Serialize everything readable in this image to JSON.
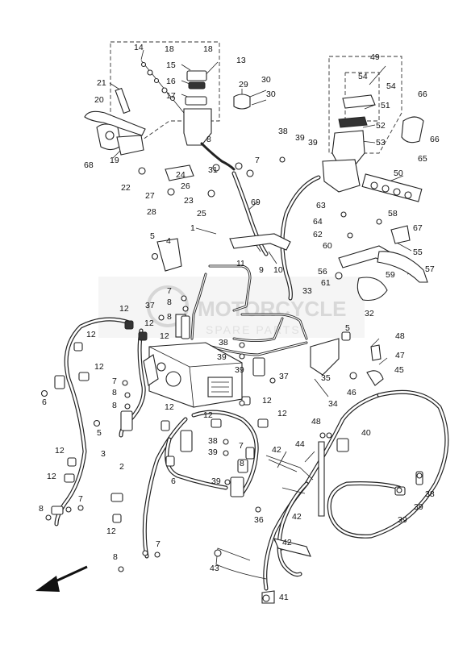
{
  "watermark": {
    "line1": "MOTORCYCLE",
    "line2": "SPARE PARTS"
  },
  "labels": [
    {
      "id": "t14",
      "text": "14"
    },
    {
      "id": "t18a",
      "text": "18"
    },
    {
      "id": "t18b",
      "text": "18"
    },
    {
      "id": "t13",
      "text": "13"
    },
    {
      "id": "t15",
      "text": "15"
    },
    {
      "id": "t16",
      "text": "16"
    },
    {
      "id": "t17",
      "text": "17"
    },
    {
      "id": "t21",
      "text": "21"
    },
    {
      "id": "t20",
      "text": "20"
    },
    {
      "id": "t19",
      "text": "19"
    },
    {
      "id": "t68",
      "text": "68"
    },
    {
      "id": "t22",
      "text": "22"
    },
    {
      "id": "t29",
      "text": "29"
    },
    {
      "id": "t30a",
      "text": "30"
    },
    {
      "id": "t30b",
      "text": "30"
    },
    {
      "id": "t8a",
      "text": "8"
    },
    {
      "id": "t7a",
      "text": "7"
    },
    {
      "id": "t31",
      "text": "31"
    },
    {
      "id": "t24",
      "text": "24"
    },
    {
      "id": "t26",
      "text": "26"
    },
    {
      "id": "t27",
      "text": "27"
    },
    {
      "id": "t23",
      "text": "23"
    },
    {
      "id": "t28",
      "text": "28"
    },
    {
      "id": "t25",
      "text": "25"
    },
    {
      "id": "t69",
      "text": "69"
    },
    {
      "id": "t1",
      "text": "1"
    },
    {
      "id": "t49",
      "text": "49"
    },
    {
      "id": "t54a",
      "text": "54"
    },
    {
      "id": "t54b",
      "text": "54"
    },
    {
      "id": "t51",
      "text": "51"
    },
    {
      "id": "t52",
      "text": "52"
    },
    {
      "id": "t53",
      "text": "53"
    },
    {
      "id": "t38a",
      "text": "38"
    },
    {
      "id": "t39a",
      "text": "39"
    },
    {
      "id": "t39b",
      "text": "39"
    },
    {
      "id": "t66a",
      "text": "66"
    },
    {
      "id": "t66b",
      "text": "66"
    },
    {
      "id": "t65",
      "text": "65"
    },
    {
      "id": "t50",
      "text": "50"
    },
    {
      "id": "t63",
      "text": "63"
    },
    {
      "id": "t64",
      "text": "64"
    },
    {
      "id": "t62",
      "text": "62"
    },
    {
      "id": "t60",
      "text": "60"
    },
    {
      "id": "t58",
      "text": "58"
    },
    {
      "id": "t67",
      "text": "67"
    },
    {
      "id": "t55",
      "text": "55"
    },
    {
      "id": "t57",
      "text": "57"
    },
    {
      "id": "t56",
      "text": "56"
    },
    {
      "id": "t61",
      "text": "61"
    },
    {
      "id": "t59",
      "text": "59"
    },
    {
      "id": "t32",
      "text": "32"
    },
    {
      "id": "t5a",
      "text": "5"
    },
    {
      "id": "t4",
      "text": "4"
    },
    {
      "id": "t11",
      "text": "11"
    },
    {
      "id": "t9",
      "text": "9"
    },
    {
      "id": "t10",
      "text": "10"
    },
    {
      "id": "t33",
      "text": "33"
    },
    {
      "id": "t7b",
      "text": "7"
    },
    {
      "id": "t8b",
      "text": "8"
    },
    {
      "id": "t37a",
      "text": "37"
    },
    {
      "id": "t12a",
      "text": "12"
    },
    {
      "id": "t8c",
      "text": "8"
    },
    {
      "id": "t12b",
      "text": "12"
    },
    {
      "id": "t12c",
      "text": "12"
    },
    {
      "id": "t12d",
      "text": "12"
    },
    {
      "id": "t5b",
      "text": "5"
    },
    {
      "id": "t38b",
      "text": "38"
    },
    {
      "id": "t48a",
      "text": "48"
    },
    {
      "id": "t39c",
      "text": "39"
    },
    {
      "id": "t47",
      "text": "47"
    },
    {
      "id": "t39d",
      "text": "39"
    },
    {
      "id": "t45",
      "text": "45"
    },
    {
      "id": "t37b",
      "text": "37"
    },
    {
      "id": "t35",
      "text": "35"
    },
    {
      "id": "t46",
      "text": "46"
    },
    {
      "id": "t12e",
      "text": "12"
    },
    {
      "id": "t6a",
      "text": "6"
    },
    {
      "id": "t7c",
      "text": "7"
    },
    {
      "id": "t8d",
      "text": "8"
    },
    {
      "id": "t12f",
      "text": "12"
    },
    {
      "id": "t34",
      "text": "34"
    },
    {
      "id": "t8e",
      "text": "8"
    },
    {
      "id": "t12g",
      "text": "12"
    },
    {
      "id": "t12h",
      "text": "12"
    },
    {
      "id": "t5c",
      "text": "5"
    },
    {
      "id": "t48b",
      "text": "48"
    },
    {
      "id": "t40",
      "text": "40"
    },
    {
      "id": "t38c",
      "text": "38"
    },
    {
      "id": "t7d",
      "text": "7"
    },
    {
      "id": "t44",
      "text": "44"
    },
    {
      "id": "t42a",
      "text": "42"
    },
    {
      "id": "t39e",
      "text": "39"
    },
    {
      "id": "t12i",
      "text": "12"
    },
    {
      "id": "t3",
      "text": "3"
    },
    {
      "id": "t8f",
      "text": "8"
    },
    {
      "id": "t12j",
      "text": "12"
    },
    {
      "id": "t2",
      "text": "2"
    },
    {
      "id": "t6b",
      "text": "6"
    },
    {
      "id": "t39f",
      "text": "39"
    },
    {
      "id": "t12k",
      "text": "12"
    },
    {
      "id": "t8g",
      "text": "8"
    },
    {
      "id": "t7e",
      "text": "7"
    },
    {
      "id": "t42b",
      "text": "42"
    },
    {
      "id": "t38d",
      "text": "38"
    },
    {
      "id": "t39g",
      "text": "39"
    },
    {
      "id": "t39h",
      "text": "39"
    },
    {
      "id": "t36",
      "text": "36"
    },
    {
      "id": "t12l",
      "text": "12"
    },
    {
      "id": "t8h",
      "text": "8"
    },
    {
      "id": "t7f",
      "text": "7"
    },
    {
      "id": "t42c",
      "text": "42"
    },
    {
      "id": "t43",
      "text": "43"
    },
    {
      "id": "t41",
      "text": "41"
    }
  ]
}
